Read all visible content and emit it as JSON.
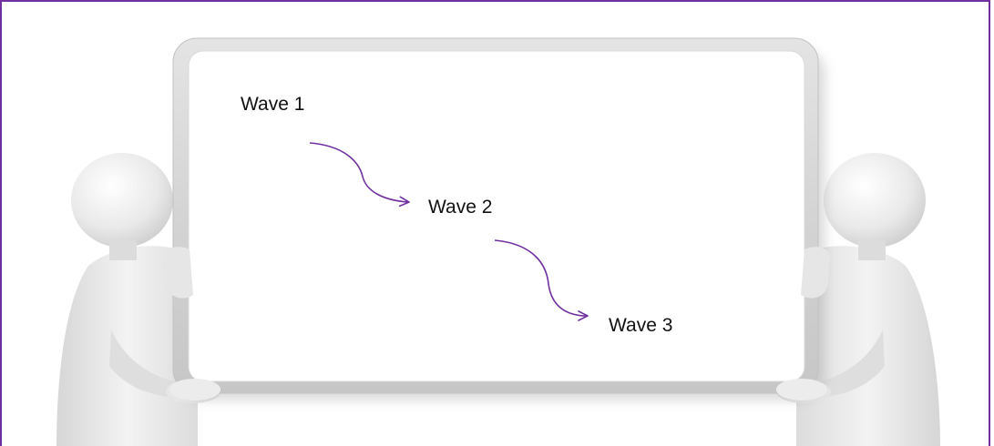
{
  "frame": {
    "border_color": "#7030a0"
  },
  "board": {
    "waves": [
      {
        "label": "Wave 1"
      },
      {
        "label": "Wave 2"
      },
      {
        "label": "Wave 3"
      }
    ]
  },
  "arrows": {
    "color": "#7030a0"
  },
  "illustration": {
    "left_figure": "3d-person-holding-board",
    "right_figure": "3d-person-holding-board"
  }
}
